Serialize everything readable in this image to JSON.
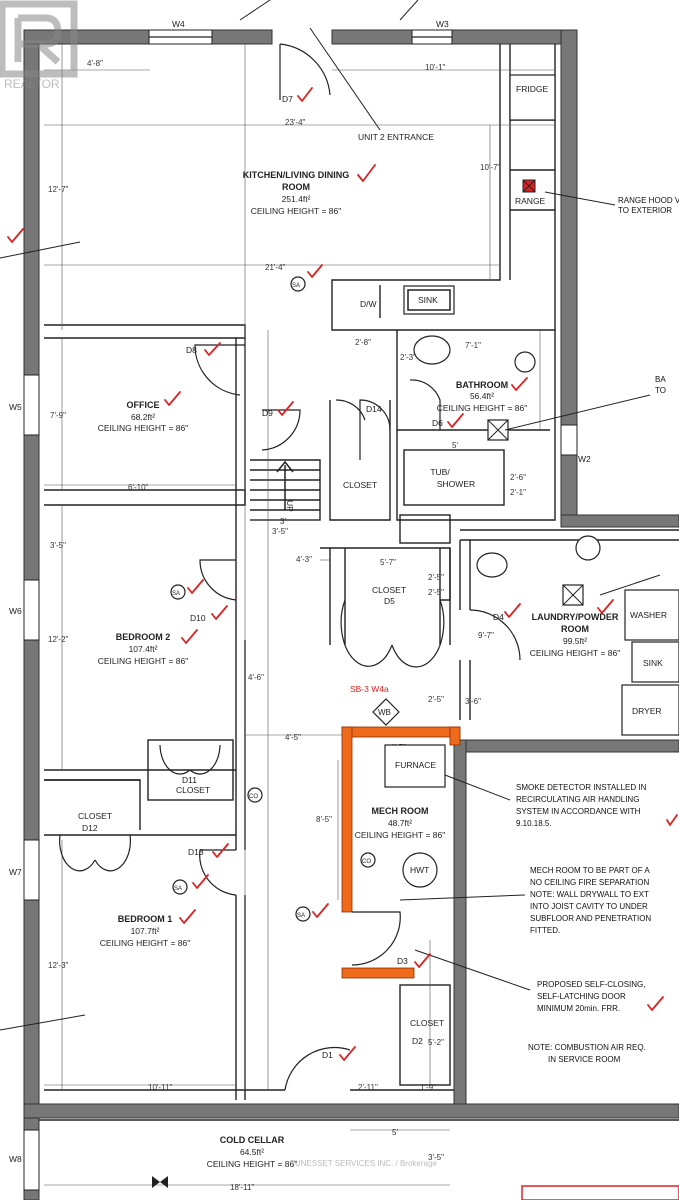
{
  "watermark": {
    "brand": "REALTOR",
    "credit": "TUNESSET SERVICES INC. / Brokerage"
  },
  "windows": {
    "w2": "W2",
    "w3": "W3",
    "w4": "W4",
    "w5": "W5",
    "w6": "W6",
    "w7": "W7",
    "w8": "W8"
  },
  "doors": {
    "d1": "D1",
    "d2": "D2",
    "d3": "D3",
    "d4": "D4",
    "d5": "D5",
    "d6": "D6",
    "d7": "D7",
    "d8": "D8",
    "d9": "D9",
    "d10": "D10",
    "d11": "D11",
    "d12": "D12",
    "d13": "D13",
    "d14": "D14"
  },
  "rooms": {
    "kitchen": {
      "name_line1": "KITCHEN/LIVING DINING",
      "name_line2": "ROOM",
      "area": "251.4ft²",
      "ceiling": "CEILING HEIGHT = 86\""
    },
    "office": {
      "name": "OFFICE",
      "area": "68.2ft²",
      "ceiling": "CEILING HEIGHT = 86\""
    },
    "bathroom": {
      "name": "BATHROOM",
      "area": "56.4ft²",
      "ceiling": "CEILING HEIGHT = 86\""
    },
    "bedroom2": {
      "name": "BEDROOM 2",
      "area": "107.4ft²",
      "ceiling": "CEILING HEIGHT = 86\""
    },
    "laundry": {
      "name_line1": "LAUNDRY/POWDER",
      "name_line2": "ROOM",
      "area": "99.5ft²",
      "ceiling": "CEILING HEIGHT = 86\""
    },
    "mech": {
      "name": "MECH ROOM",
      "area": "48.7ft²",
      "ceiling": "CEILING HEIGHT = 86\""
    },
    "bedroom1": {
      "name": "BEDROOM 1",
      "area": "107.7ft²",
      "ceiling": "CEILING HEIGHT = 86\""
    },
    "cold_cellar": {
      "name": "COLD CELLAR",
      "area": "64.5ft²",
      "ceiling": "CEILING HEIGHT = 86\""
    }
  },
  "labels": {
    "unit_entrance": "UNIT 2 ENTRANCE",
    "fridge": "FRIDGE",
    "range": "RANGE",
    "dw": "D/W",
    "sink": "SINK",
    "sink2": "SINK",
    "tub_line1": "TUB/",
    "tub_line2": "SHOWER",
    "closet": "CLOSET",
    "closet_d5": "CLOSET",
    "closet_d11": "CLOSET",
    "closet_d12": "CLOSET",
    "closet_d2": "CLOSET",
    "up": "UP",
    "washer": "WASHER",
    "dryer": "DRYER",
    "furnace": "FURNACE",
    "hwt": "HWT",
    "wb": "WB",
    "sa": "SA",
    "co": "CO",
    "sb_ref": "SB-3 W4a"
  },
  "notes": {
    "range_hood_l1": "RANGE HOOD V",
    "range_hood_l2": "TO EXTERIOR",
    "bath_l1": "BA",
    "bath_l2": "TO",
    "smoke_l1": "SMOKE DETECTOR INSTALLED IN",
    "smoke_l2": "RECIRCULATING AIR HANDLING",
    "smoke_l3": "SYSTEM IN ACCORDANCE WITH",
    "smoke_l4": "9.10.18.5.",
    "mech_l1": "MECH ROOM TO BE PART OF A",
    "mech_l2": "NO CEILING FIRE SEPARATION",
    "mech_l3": "NOTE: WALL DRYWALL TO EXT",
    "mech_l4": "INTO JOIST CAVITY TO UNDER",
    "mech_l5": "SUBFLOOR AND PENETRATION",
    "mech_l6": "FITTED.",
    "door_l1": "PROPOSED SELF-CLOSING,",
    "door_l2": "SELF-LATCHING DOOR",
    "door_l3": "MINIMUM 20min. FRR.",
    "comb_l1": "NOTE: COMBUSTION AIR REQ.",
    "comb_l2": "IN SERVICE ROOM"
  },
  "dimensions": {
    "a": "4'-8\"",
    "b": "10'-1\"",
    "c": "23'-4\"",
    "d": "10'-7\"",
    "e": "12'-7\"",
    "f": "21'-4\"",
    "g": "2'-8\"",
    "h": "7'-1\"",
    "i": "7'-9\"",
    "j": "6'-10\"",
    "k": "3'",
    "l": "3'-5\"",
    "m": "4'-3\"",
    "n": "5'-7\"",
    "o": "2'-5\"",
    "p": "3'-5\"",
    "q": "12'-2\"",
    "r": "9'-7\"",
    "s": "4'-6\"",
    "t": "2'-5\"",
    "u": "3'-6\"",
    "v": "4'-5\"",
    "w": "4'-5\"",
    "x": "8'-5\"",
    "y": "12'-3\"",
    "z": "5'-2\"",
    "aa": "10'-11\"",
    "ab": "2'-11\"",
    "ac": "1'-9\"",
    "ad": "5'",
    "ae": "3'-5\"",
    "af": "18'-11\"",
    "ag": "2'-6\"",
    "ah": "2'-1\"",
    "ai": "5'",
    "aj": "2'-5\"",
    "ak": "2'-3\""
  }
}
